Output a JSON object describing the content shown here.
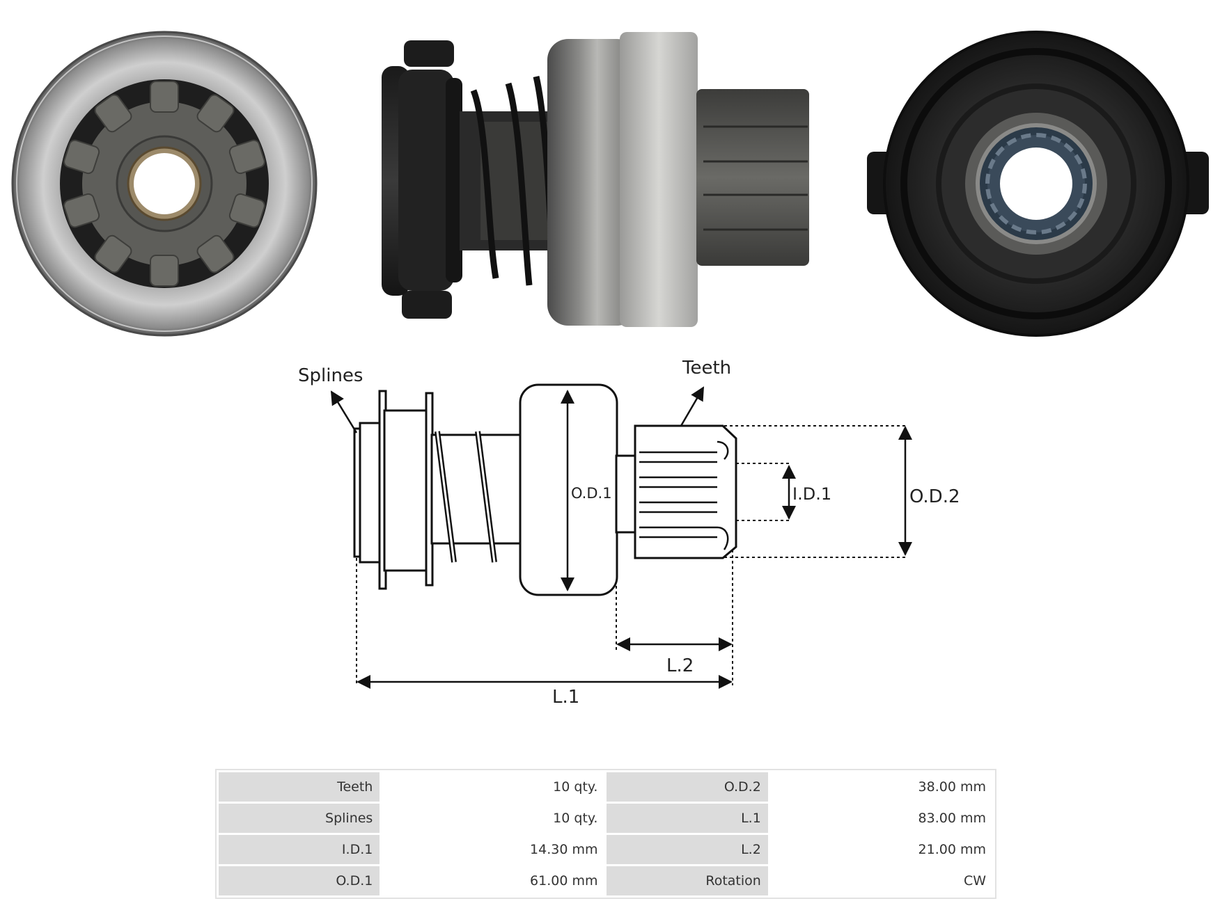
{
  "diagram": {
    "labels": {
      "splines": "Splines",
      "teeth": "Teeth",
      "od1": "O.D.1",
      "od2": "O.D.2",
      "id1": "I.D.1",
      "l1": "L.1",
      "l2": "L.2"
    }
  },
  "specs": [
    {
      "label": "Teeth",
      "value": "10 qty.",
      "label2": "O.D.2",
      "value2": "38.00 mm"
    },
    {
      "label": "Splines",
      "value": "10 qty.",
      "label2": "L.1",
      "value2": "83.00 mm"
    },
    {
      "label": "I.D.1",
      "value": "14.30 mm",
      "label2": "L.2",
      "value2": "21.00 mm"
    },
    {
      "label": "O.D.1",
      "value": "61.00 mm",
      "label2": "Rotation",
      "value2": "CW"
    }
  ]
}
